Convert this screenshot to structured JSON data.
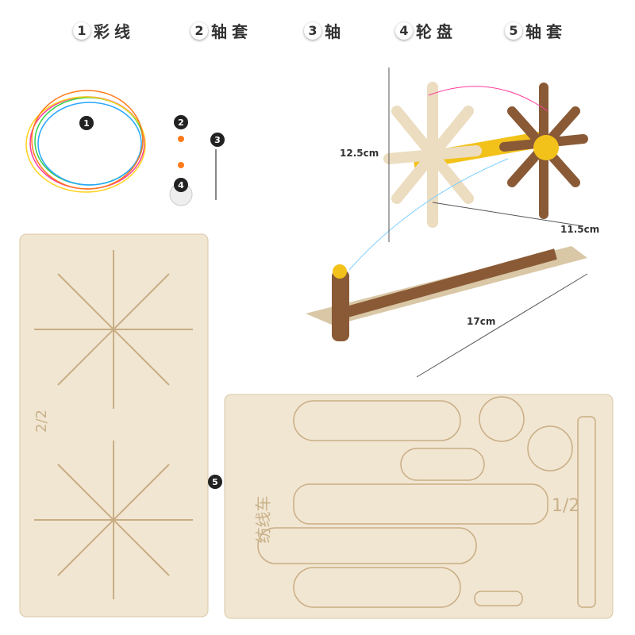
{
  "legend": [
    {
      "num": "1",
      "label": "彩线"
    },
    {
      "num": "2",
      "label": "轴套"
    },
    {
      "num": "3",
      "label": "轴"
    },
    {
      "num": "4",
      "label": "轮盘"
    },
    {
      "num": "5",
      "label": "轴套"
    }
  ],
  "markers": {
    "m1": "1",
    "m2": "2",
    "m3": "3",
    "m4": "4",
    "m5": "5"
  },
  "dimensions": {
    "height": "12.5cm",
    "depth": "11.5cm",
    "length": "17cm"
  },
  "engravings": {
    "board1_page": "2/2",
    "board2_page": "1/2",
    "board2_name": "纺线车"
  },
  "colors": {
    "wood": "#f1e6d2",
    "wood_edge": "#c9ad84",
    "dark_wood": "#8a5a36",
    "accent": "#f2c21a"
  }
}
